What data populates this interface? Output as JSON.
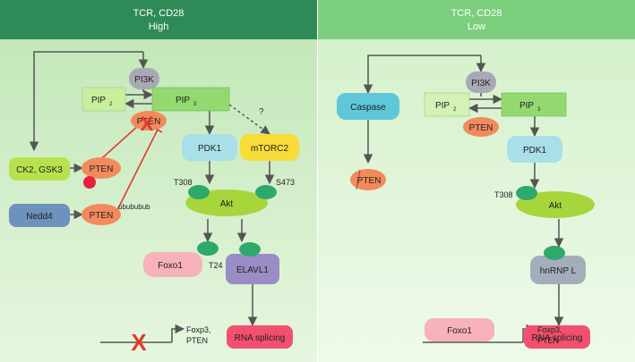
{
  "panels": {
    "high": {
      "header_line1": "TCR, CD28",
      "header_line2": "High"
    },
    "low": {
      "header_line1": "TCR, CD28",
      "header_line2": "Low"
    }
  },
  "nodes": {
    "pi3k": "PI3K",
    "pip2": "PIP",
    "pip3": "PIP",
    "pip_sub2": "2",
    "pip_sub3": "3",
    "pten": "PTEN",
    "pdk1": "PDK1",
    "mtorc2": "mTORC2",
    "akt": "Akt",
    "foxo1": "Foxo1",
    "elavl1": "ELAVL1",
    "ck2_gsk3": "CK2, GSK3",
    "nedd4": "Nedd4",
    "caspase": "Caspase",
    "hnrnpl": "hnRNP L",
    "rna_splicing": "RNA splicing"
  },
  "labels": {
    "t308": "T308",
    "s473": "S473",
    "t24": "T24",
    "ub": "ubububub",
    "question": "?",
    "gene_line1": "Foxp3,",
    "gene_line2": "PTEN",
    "inhibit_x": "X"
  },
  "colors": {
    "header_dark": "#2e8b57",
    "header_light": "#7ccf7c",
    "panel_left": "#b8e4b0",
    "panel_right": "#cdeec2",
    "pi3k": "#a9a9b6",
    "pip": "#93d96f",
    "pten": "#f28a5c",
    "pdk1": "#a8dfe8",
    "mtorc2": "#f7dc3a",
    "akt": "#a6d63c",
    "phospho": "#2fa86b",
    "foxo1": "#f7b2ba",
    "elavl1": "#9a8cc4",
    "ck2": "#b7e24e",
    "nedd4": "#6d92bd",
    "caspase": "#5ec7d8",
    "hnrnpl": "#a4aebb",
    "rna": "#f2506e",
    "inhibit": "#e23a2a"
  }
}
